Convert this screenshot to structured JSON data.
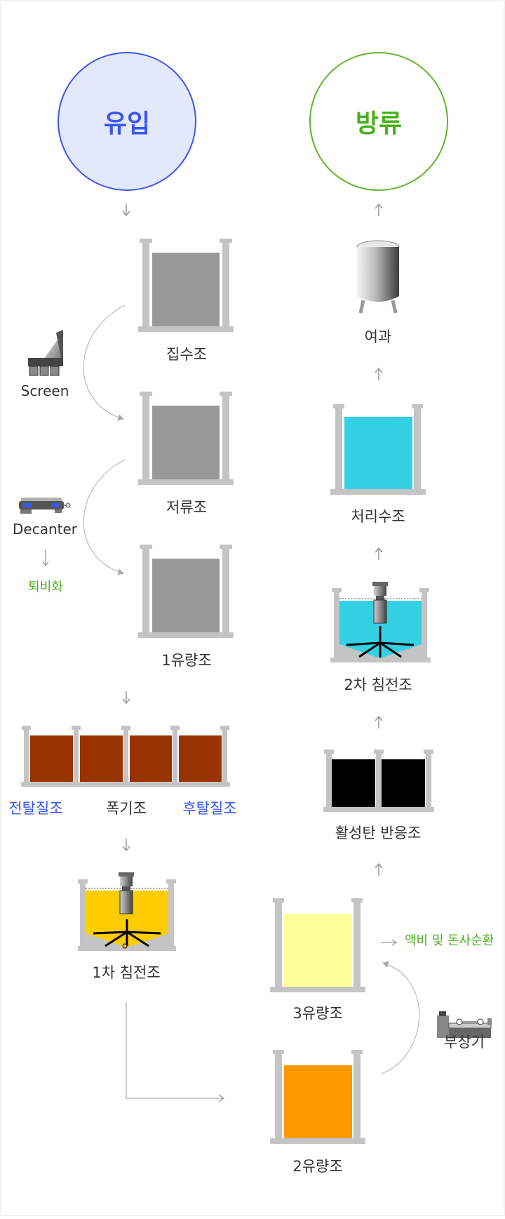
{
  "colors": {
    "inflow": "#3b56f0",
    "discharge": "#4caf1e",
    "pre_post_denitrification": "#3b56f0",
    "tank_frame": "#c4c4c4",
    "tank_gray": "#999999",
    "aeration_brown": "#993300",
    "clarifier1_yellow": "#ffcc00",
    "clarifier2_cyan": "#33d1e3",
    "treated_water_cyan": "#33d1e3",
    "equalization2_orange": "#ff9900",
    "equalization3_lightyellow": "#ffff99",
    "activated_carbon_black": "#000000"
  },
  "inflow": "유입",
  "discharge": "방류",
  "left_column": {
    "collection_tank": "집수조",
    "screen": "Screen",
    "storage_tank": "저류조",
    "decanter": "Decanter",
    "composting": "퇴비화",
    "equalization_1": "1유량조",
    "pre_denitrification": "전탈질조",
    "aeration": "폭기조",
    "post_denitrification": "후탈질조",
    "primary_clarifier": "1차 침전조"
  },
  "right_column": {
    "filtration": "여과",
    "treated_water_tank": "처리수조",
    "secondary_clarifier": "2차 침전조",
    "activated_carbon_reactor": "활성탄 반응조",
    "equalization_3": "3유량조",
    "recirculation": "액비 및 돈사순환",
    "flotation_unit": "부상기",
    "equalization_2": "2유량조"
  },
  "icons": [
    "screen-icon",
    "decanter-icon",
    "filter-vessel-icon",
    "flotation-unit-icon",
    "mixer-icon"
  ]
}
